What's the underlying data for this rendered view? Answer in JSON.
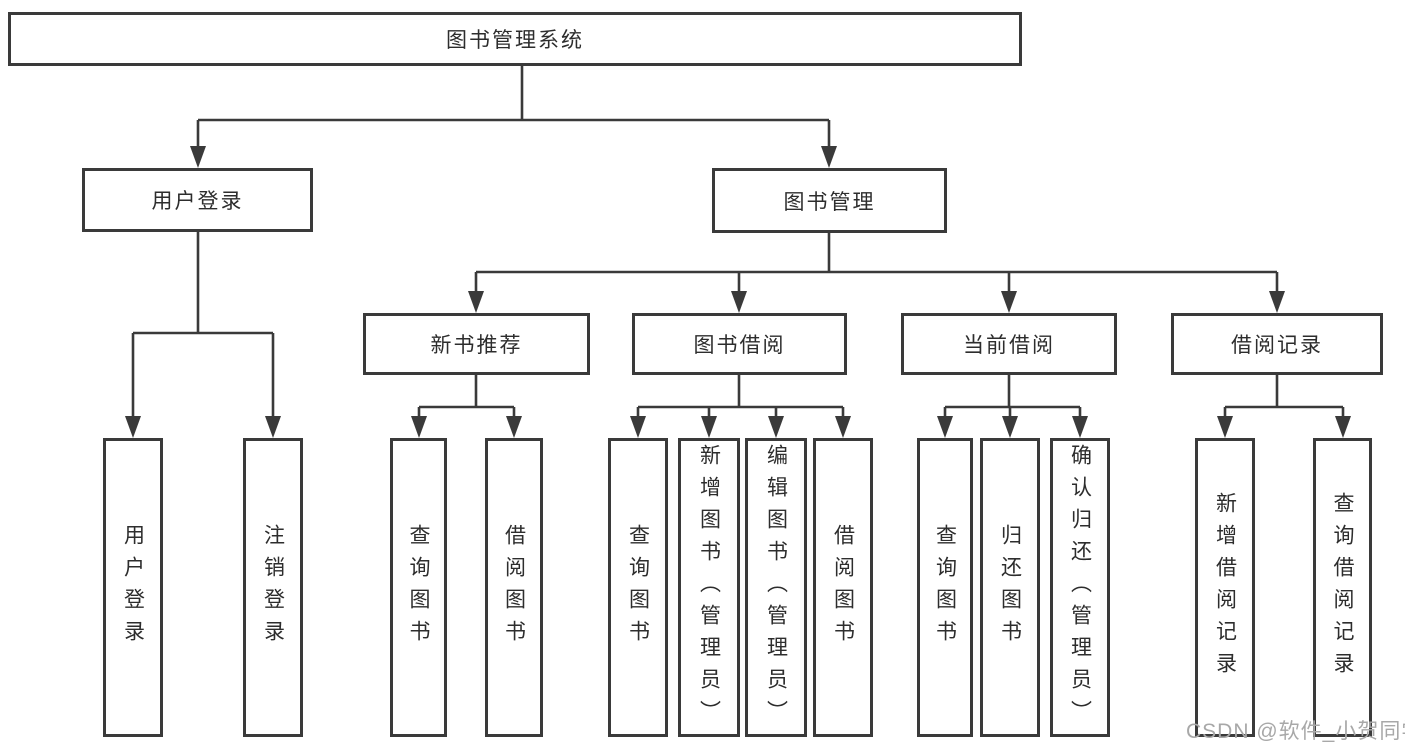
{
  "diagram": {
    "root": {
      "label": "图书管理系统"
    },
    "branches": [
      {
        "label": "用户登录",
        "children": [
          {
            "label": "用户登录"
          },
          {
            "label": "注销登录"
          }
        ]
      },
      {
        "label": "图书管理",
        "children": [
          {
            "label": "新书推荐",
            "children": [
              {
                "label": "查询图书"
              },
              {
                "label": "借阅图书"
              }
            ]
          },
          {
            "label": "图书借阅",
            "children": [
              {
                "label": "查询图书"
              },
              {
                "label": "新增图书（管理员）"
              },
              {
                "label": "编辑图书（管理员）"
              },
              {
                "label": "借阅图书"
              }
            ]
          },
          {
            "label": "当前借阅",
            "children": [
              {
                "label": "查询图书"
              },
              {
                "label": "归还图书"
              },
              {
                "label": "确认归还（管理员）"
              }
            ]
          },
          {
            "label": "借阅记录",
            "children": [
              {
                "label": "新增借阅记录"
              },
              {
                "label": "查询借阅记录"
              }
            ]
          }
        ]
      }
    ]
  },
  "watermark": {
    "text": "CSDN @软件_小贺同学"
  },
  "colors": {
    "line": "#3a3a3a",
    "box_border": "#3a3a3a",
    "text": "#2d2d2d",
    "watermark": "#a8a8a8",
    "background": "#ffffff"
  }
}
